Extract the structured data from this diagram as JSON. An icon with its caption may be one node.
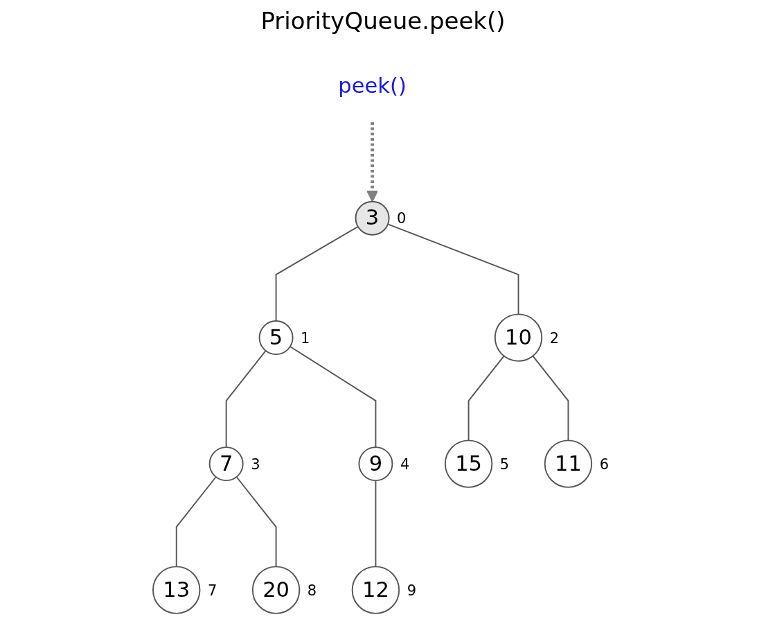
{
  "diagram": {
    "title": "PriorityQueue.peek()",
    "nodes": [
      {
        "text": [
          "peek()"
        ]
      },
      {
        "text": [
          "3"
        ],
        "beside": [
          "0"
        ]
      },
      {
        "text": [
          "5"
        ],
        "beside": [
          "1"
        ]
      },
      {
        "text": [
          "10"
        ],
        "beside": [
          "2"
        ]
      },
      {
        "text": [
          "7"
        ],
        "beside": [
          "3"
        ]
      },
      {
        "text": [
          "9"
        ],
        "beside": [
          "4"
        ]
      },
      {
        "text": [
          "15"
        ],
        "beside": [
          "5"
        ]
      },
      {
        "text": [
          "11"
        ],
        "beside": [
          "6"
        ]
      },
      {
        "text": [
          "13"
        ],
        "beside": [
          "7"
        ]
      },
      {
        "text": [
          "20"
        ],
        "beside": [
          "8"
        ]
      },
      {
        "text": [
          "12"
        ],
        "beside": [
          "9"
        ]
      }
    ],
    "edges": [
      {
        "from": 0,
        "to": 1,
        "arrow": "to",
        "style": "dashed",
        "color": "#808080"
      },
      {
        "from": 1,
        "to": 2,
        "arrow": "none"
      },
      {
        "from": 1,
        "to": 3,
        "arrow": "none"
      },
      {
        "from": 2,
        "to": 4,
        "arrow": "none"
      },
      {
        "from": 2,
        "to": 5,
        "arrow": "none"
      },
      {
        "from": 3,
        "to": 6,
        "arrow": "none"
      },
      {
        "from": 3,
        "to": 7,
        "arrow": "none"
      },
      {
        "from": 4,
        "to": 8,
        "arrow": "none"
      },
      {
        "from": 4,
        "to": 9,
        "arrow": "none"
      },
      {
        "from": 5,
        "to": 10,
        "arrow": "none"
      }
    ]
  }
}
